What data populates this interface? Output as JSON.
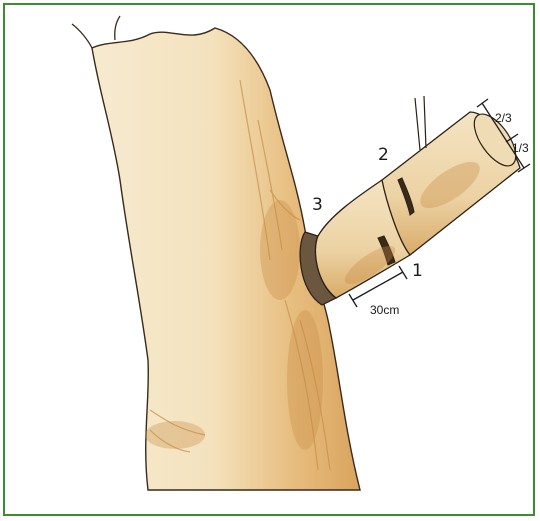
{
  "figure": {
    "labels": {
      "cut_1": "1",
      "cut_2": "2",
      "cut_3": "3"
    },
    "measurements": {
      "distance": "30cm",
      "upper_fraction": "2/3",
      "lower_fraction": "1/3"
    },
    "colors": {
      "frame": "#3d8c2e",
      "bark": "#f2e3bf",
      "bark_shade": "#d8a15a",
      "ink": "#1a1a1a"
    }
  }
}
